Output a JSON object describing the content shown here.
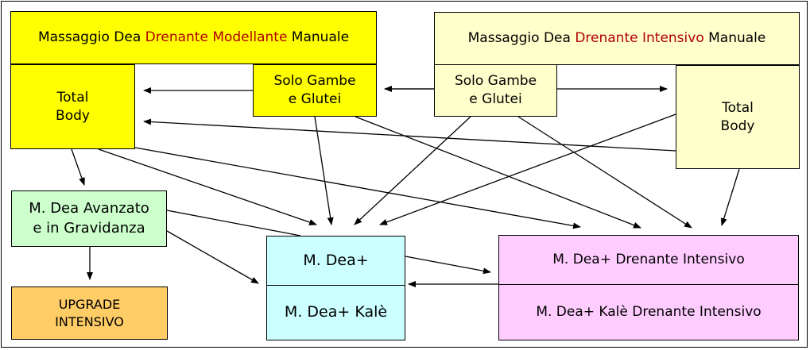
{
  "headers": {
    "modellante": {
      "prefix": "Massaggio Dea ",
      "highlight": "Drenante Modellante",
      "suffix": " Manuale"
    },
    "intensivo": {
      "prefix": "Massaggio Dea ",
      "highlight": "Drenante Intensivo",
      "suffix": " Manuale"
    }
  },
  "boxes": {
    "total_body_left": "Total\nBody",
    "solo_gambe_left": "Solo Gambe\ne Glutei",
    "solo_gambe_right": "Solo Gambe\ne Glutei",
    "total_body_right": "Total\nBody",
    "avanzato": "M. Dea Avanzato\ne in Gravidanza",
    "upgrade": "UPGRADE\nINTENSIVO",
    "dea_plus": "M. Dea+",
    "dea_plus_kale": "M. Dea+ Kalè",
    "dea_plus_drenante": "M. Dea+ Drenante Intensivo",
    "dea_plus_kale_drenante": "M. Dea+ Kalè Drenante Intensivo"
  },
  "colors": {
    "yellow": "#ffff00",
    "light_yellow": "#ffffcc",
    "light_green": "#ccffcc",
    "orange": "#ffcc66",
    "cyan": "#ccffff",
    "pink": "#ffccff",
    "highlight_red": "#b00000"
  }
}
